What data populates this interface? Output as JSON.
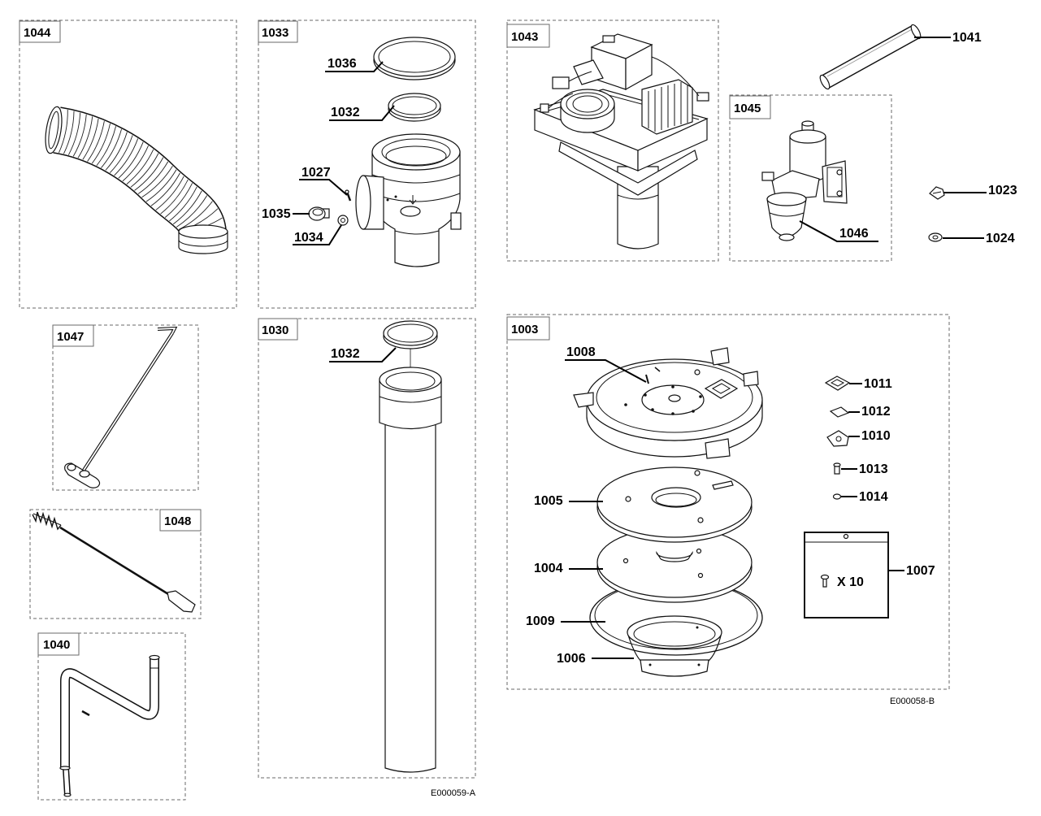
{
  "panels": [
    {
      "tag": "1044"
    },
    {
      "tag": "1033"
    },
    {
      "tag": "1043"
    },
    {
      "tag": "1045"
    },
    {
      "tag": "1047"
    },
    {
      "tag": "1048"
    },
    {
      "tag": "1040"
    },
    {
      "tag": "1030"
    },
    {
      "tag": "1003"
    }
  ],
  "callouts": [
    "1036",
    "1032",
    "1027",
    "1035",
    "1034",
    "1041",
    "1023",
    "1024",
    "1046",
    "1032",
    "1008",
    "1011",
    "1012",
    "1010",
    "1013",
    "1014",
    "1007",
    "1005",
    "1004",
    "1009",
    "1006"
  ],
  "kit": {
    "quantity": "X 10"
  },
  "drawing_codes": {
    "right": "E000058-B",
    "left": "E000059-A"
  },
  "colors": {
    "line": "#000000",
    "panel_border": "#6a6a6a",
    "background": "#ffffff"
  }
}
